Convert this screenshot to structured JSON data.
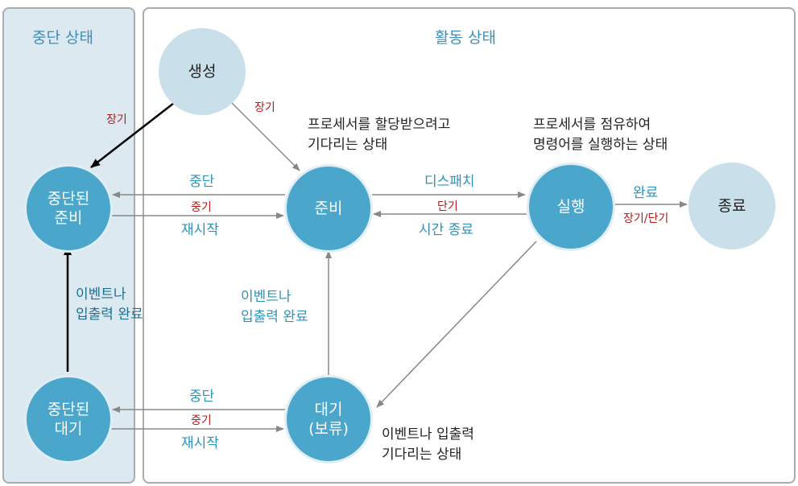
{
  "panels": {
    "suspend_title": "중단 상태",
    "active_title": "활동 상태"
  },
  "nodes": {
    "create": "생성",
    "ready": "준비",
    "running": "실행",
    "exit": "종료",
    "suspended_ready": "중단된\n준비",
    "suspended_blocked": "중단된\n대기",
    "blocked": "대기\n(보류)"
  },
  "edges": {
    "create_to_suspended_ready": "장기",
    "create_to_ready": "장기",
    "ready_to_suspended_ready": "중단",
    "suspended_ready_to_ready_mid": "중기",
    "suspended_ready_to_ready": "재시작",
    "dispatch": "디스패치",
    "dispatch_short": "단기",
    "timeout": "시간 종료",
    "complete": "완료",
    "complete_term": "장기/단기",
    "susp_blocked_to_susp_ready": "이벤트나\n입출력 완료",
    "blocked_to_ready": "이벤트나\n입출력 완료",
    "blocked_to_suspended_blocked": "중단",
    "suspended_blocked_to_blocked_mid": "중기",
    "suspended_blocked_to_blocked": "재시작"
  },
  "descriptions": {
    "ready": "프로세서를 할당받으려고\n기다리는 상태",
    "running": "프로세서를 점유하여\n명령어를 실행하는 상태",
    "blocked": "이벤트나 입출력\n기다리는 상태"
  },
  "colors": {
    "node_blue": "#4aa6cb",
    "node_light": "#c9dfea",
    "label_blue": "#2e93bb",
    "label_red": "#b11a1a",
    "suspend_bg": "#dde9f0"
  }
}
